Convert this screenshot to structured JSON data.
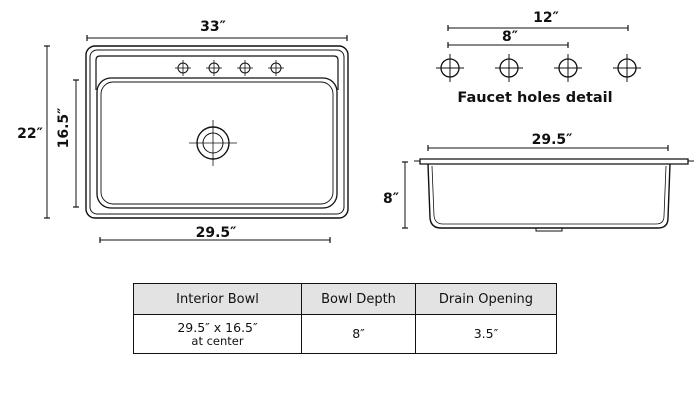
{
  "top_view": {
    "overall_width_label": "33″",
    "overall_depth_label": "22″",
    "bowl_depth_front_to_back_label": "16.5″",
    "bowl_width_label": "29.5″"
  },
  "faucet_detail": {
    "wide_spread_label": "12″",
    "narrow_spread_label": "8″",
    "caption": "Faucet holes detail"
  },
  "side_view": {
    "width_label": "29.5″",
    "depth_label": "8″"
  },
  "spec_table": {
    "headers": [
      "Interior Bowl",
      "Bowl Depth",
      "Drain Opening"
    ],
    "row": {
      "interior_bowl": "29.5″ x 16.5″",
      "interior_bowl_note": "at center",
      "bowl_depth": "8″",
      "drain_opening": "3.5″"
    }
  }
}
